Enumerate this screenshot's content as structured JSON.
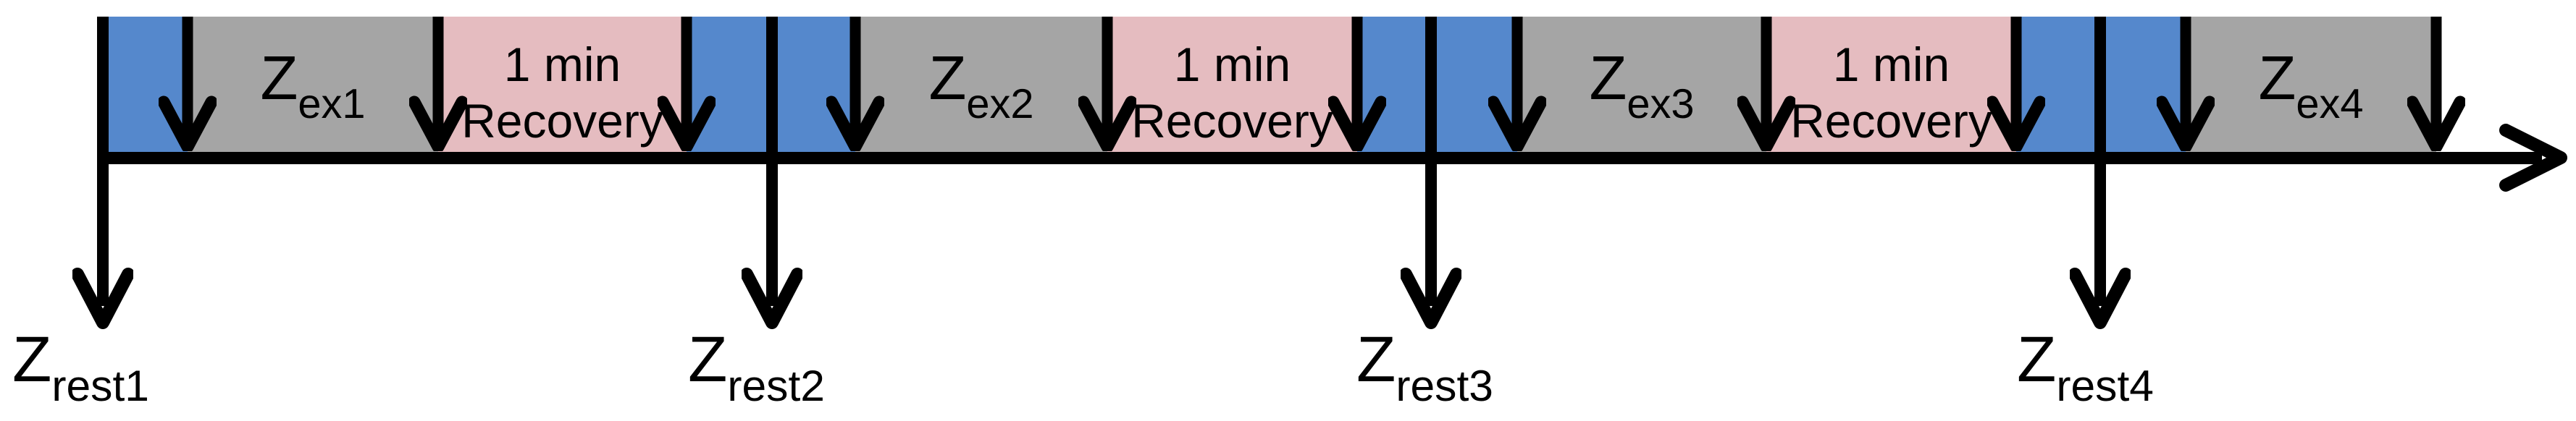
{
  "colors": {
    "rest_blue": "#5588CC",
    "exercise_gray": "#A5A5A5",
    "recovery_pink": "#E5BCC0",
    "ink_black": "#000000"
  },
  "timeline": {
    "segments": [
      {
        "id": "rest-1",
        "type": "rest"
      },
      {
        "id": "exercise-1",
        "type": "exercise",
        "label": {
          "base": "Z",
          "sub": "ex1"
        }
      },
      {
        "id": "recovery-1",
        "type": "recovery",
        "label": {
          "line1": "1 min",
          "line2": "Recovery"
        }
      },
      {
        "id": "rest-2",
        "type": "rest"
      },
      {
        "id": "exercise-2",
        "type": "exercise",
        "label": {
          "base": "Z",
          "sub": "ex2"
        }
      },
      {
        "id": "recovery-2",
        "type": "recovery",
        "label": {
          "line1": "1 min",
          "line2": "Recovery"
        }
      },
      {
        "id": "rest-3",
        "type": "rest"
      },
      {
        "id": "exercise-3",
        "type": "exercise",
        "label": {
          "base": "Z",
          "sub": "ex3"
        }
      },
      {
        "id": "recovery-3",
        "type": "recovery",
        "label": {
          "line1": "1 min",
          "line2": "Recovery"
        }
      },
      {
        "id": "rest-4",
        "type": "rest"
      },
      {
        "id": "exercise-4",
        "type": "exercise",
        "label": {
          "base": "Z",
          "sub": "ex4"
        }
      }
    ],
    "rest_markers": [
      {
        "label": {
          "base": "Z",
          "sub": "rest1"
        }
      },
      {
        "label": {
          "base": "Z",
          "sub": "rest2"
        }
      },
      {
        "label": {
          "base": "Z",
          "sub": "rest3"
        }
      },
      {
        "label": {
          "base": "Z",
          "sub": "rest4"
        }
      }
    ]
  }
}
